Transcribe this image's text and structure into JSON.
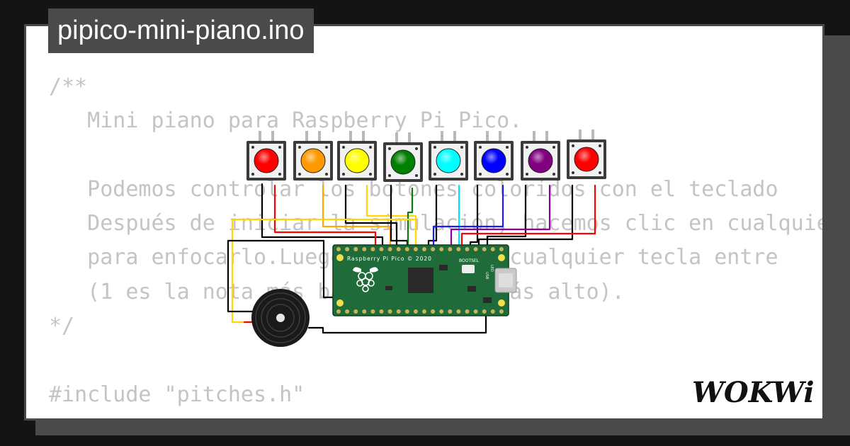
{
  "title": "pipico-mini-piano.ino",
  "code_lines": [
    "/**",
    "   Mini piano para Raspberry Pi Pico.",
    "",
    "   Podemos controlar los botones coloridos con el teclado",
    "   Después de iniciar la simulación, hacemos clic en cualquier",
    "   para enfocarlo.Luego presionamos cualquier tecla entre",
    "   (1 es la nota más baja, 8 es el más alto).",
    "*/",
    "",
    "#include \"pitches.h\""
  ],
  "buttons": [
    {
      "color": "#ff0000"
    },
    {
      "color": "#ff9900"
    },
    {
      "color": "#ffff00"
    },
    {
      "color": "#008000"
    },
    {
      "color": "#00ffff"
    },
    {
      "color": "#0000ff"
    },
    {
      "color": "#800080"
    },
    {
      "color": "#ff0000"
    }
  ],
  "pico": {
    "label": "Raspberry Pi Pico © 2020",
    "bootsel_label": "BOOTSEL",
    "usb_label": "USB",
    "led_label": "LED",
    "board_color": "#1f6b3a"
  },
  "brand": "WOKWi"
}
